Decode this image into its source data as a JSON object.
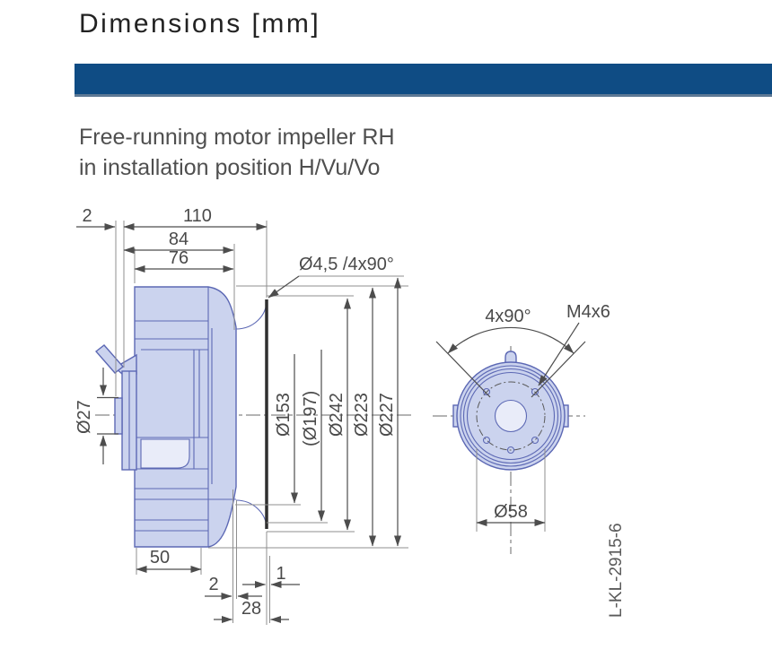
{
  "page": {
    "title": "Dimensions [mm]",
    "subtitle_line1": "Free-running motor impeller RH",
    "subtitle_line2": "in installation position H/Vu/Vo",
    "drawing_number": "L-KL-2915-6"
  },
  "colors": {
    "accent_bar": "#0F4C84",
    "drawing_fill": "#CBD3EE",
    "drawing_stroke": "#5C68B4",
    "dimension_text": "#4A4A4A"
  },
  "side_view": {
    "labels": {
      "offset_2": "2",
      "depth_110": "110",
      "depth_84": "84",
      "depth_76": "76",
      "mounting_holes": "Ø4,5 /4x90°",
      "shaft_tube_27": "Ø27",
      "dia_153": "Ø153",
      "dia_197": "(Ø197)",
      "dia_242": "Ø242",
      "dia_223": "Ø223",
      "dia_227": "Ø227",
      "blade_depth_50": "50",
      "gap_2": "2",
      "gap_1": "1",
      "flange_28": "28"
    }
  },
  "rear_view": {
    "labels": {
      "hole_angle": "4x90°",
      "thread": "M4x6",
      "hub_58": "Ø58"
    }
  }
}
